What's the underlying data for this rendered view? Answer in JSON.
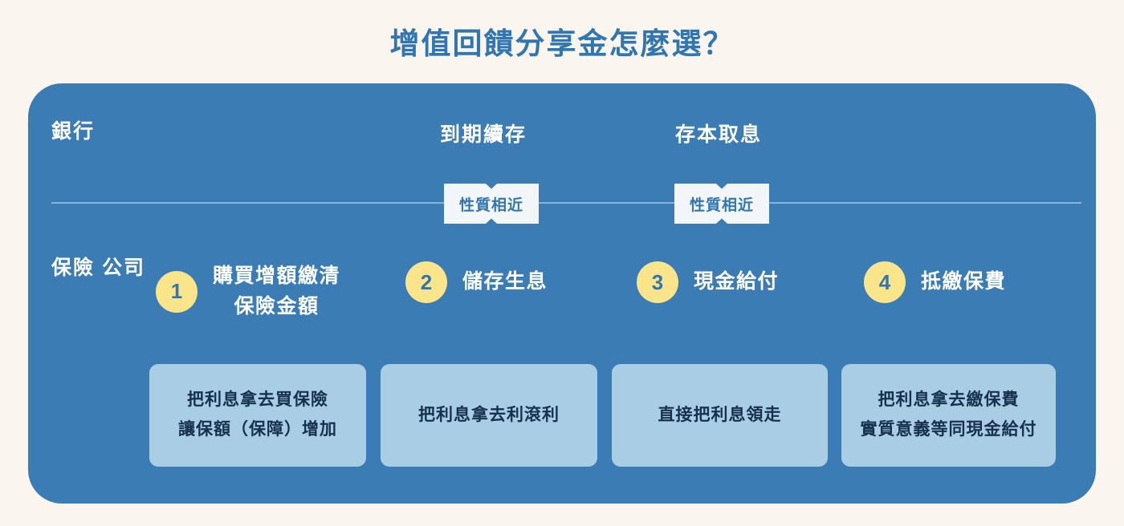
{
  "title": "增值回饋分享金怎麼選？",
  "colors": {
    "page_background": "#faf5ee",
    "panel": "#3c7cb4",
    "title_text": "#3176b0",
    "badge_number": "#fae58a",
    "card": "#a8cde5",
    "card_text": "#17304e",
    "divider": "#a9cbe4"
  },
  "rows": {
    "bank_label": "銀行",
    "insurer_label": "保險\n公司"
  },
  "bank_terms": [
    {
      "label": "到期續存"
    },
    {
      "label": "存本取息"
    }
  ],
  "affinity_badges": [
    {
      "label": "性質相近"
    },
    {
      "label": "性質相近"
    }
  ],
  "options": [
    {
      "number": "1",
      "title": "購買增額繳清\n保險金額",
      "description": "把利息拿去買保險\n讓保額（保障）增加"
    },
    {
      "number": "2",
      "title": "儲存生息",
      "description": "把利息拿去利滾利"
    },
    {
      "number": "3",
      "title": "現金給付",
      "description": "直接把利息領走"
    },
    {
      "number": "4",
      "title": "抵繳保費",
      "description": "把利息拿去繳保費\n實質意義等同現金給付"
    }
  ]
}
